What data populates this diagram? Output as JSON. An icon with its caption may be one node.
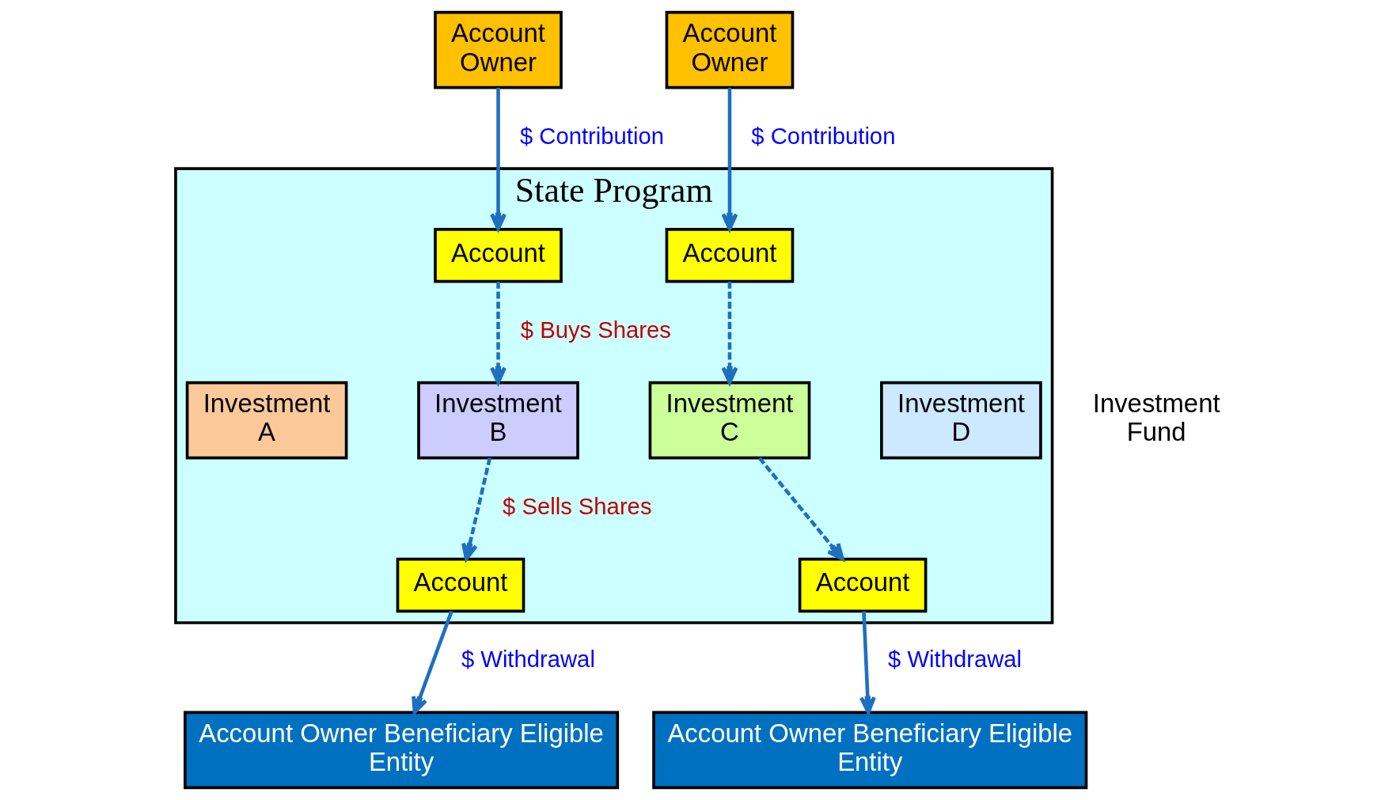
{
  "diagram": {
    "nodes": [
      {
        "text": [
          "State Program"
        ]
      },
      {
        "text": [
          "Account Owner"
        ]
      },
      {
        "text": [
          "Account"
        ],
        "in": 0
      },
      {
        "text": [
          "Account"
        ],
        "in": 0
      },
      {
        "text": [
          "Account Owner"
        ]
      },
      {
        "text": [
          "Investment A"
        ],
        "in": 0
      },
      {
        "text": [
          "Investment B"
        ],
        "in": 0
      },
      {
        "text": [
          "Investment C"
        ],
        "in": 0
      },
      {
        "text": [
          "Investment D"
        ],
        "in": 0
      },
      {
        "text": [
          "Account"
        ],
        "in": 0
      },
      {
        "text": [
          "Account"
        ],
        "in": 0
      },
      {
        "text": [
          "Account Owner Beneficiary Eligible Entity"
        ]
      },
      {
        "text": [
          "Account Owner Beneficiary Eligible Entity"
        ]
      }
    ],
    "edges": [
      {
        "from": 1,
        "to": 2,
        "arrow": "to",
        "label": "$ Contribution"
      },
      {
        "from": 4,
        "to": 3,
        "arrow": "to",
        "label": "$ Contribution"
      },
      {
        "from": 2,
        "to": 6,
        "arrow": "to",
        "style": "dashed",
        "label": "$ Buys Shares"
      },
      {
        "from": 3,
        "to": 7,
        "arrow": "to",
        "style": "dashed"
      },
      {
        "from": 6,
        "to": 9,
        "arrow": "to",
        "style": "dashed",
        "label": "$ Sells Shares"
      },
      {
        "from": 7,
        "to": 10,
        "arrow": "to",
        "style": "dashed"
      },
      {
        "from": 9,
        "to": 11,
        "arrow": "to",
        "label": "$ Withdrawal"
      },
      {
        "from": 10,
        "to": 12,
        "arrow": "to",
        "label": "$ Withdrawal"
      }
    ],
    "labels": [
      "Investment Fund"
    ]
  }
}
